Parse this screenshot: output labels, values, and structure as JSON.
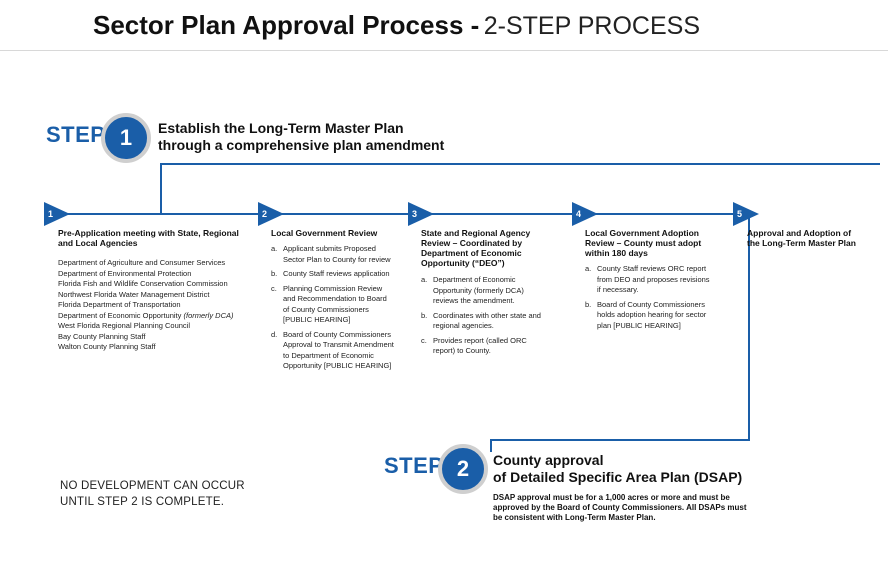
{
  "title": {
    "bold": "Sector Plan Approval Process -",
    "light": "2-STEP PROCESS"
  },
  "step1": {
    "word": "STEP",
    "number": "1",
    "heading_line1": "Establish the Long-Term Master Plan",
    "heading_line2": "through a comprehensive plan amendment"
  },
  "stages": [
    {
      "number": "1",
      "heading": "Pre-Application meeting with State, Regional and Local Agencies",
      "agencies": [
        "Department of Agriculture and Consumer Services",
        "Department of Environmental Protection",
        "Florida Fish and Wildlife Conservation Commission",
        "Northwest Florida Water Management District",
        "Florida Department of Transportation",
        "Department of Economic Opportunity",
        "West Florida Regional Planning Council",
        "Bay County Planning Staff",
        "Walton County Planning Staff"
      ],
      "agency_note": "(formerly DCA)"
    },
    {
      "number": "2",
      "heading": "Local Government Review",
      "items": [
        {
          "letter": "a.",
          "text": "Applicant submits Proposed Sector Plan to County for review"
        },
        {
          "letter": "b.",
          "text": "County Staff reviews application"
        },
        {
          "letter": "c.",
          "text": "Planning Commission Review and Recommendation to Board of County Commissioners [PUBLIC HEARING]"
        },
        {
          "letter": "d.",
          "text": "Board of County Commissioners Approval to Transmit Amendment to Department of Economic Opportunity [PUBLIC HEARING]"
        }
      ]
    },
    {
      "number": "3",
      "heading": "State and Regional Agency Review – Coordinated by Department of Economic Opportunity (“DEO”)",
      "items": [
        {
          "letter": "a.",
          "text": "Department of Economic Opportunity (formerly DCA) reviews the amendment."
        },
        {
          "letter": "b.",
          "text": "Coordinates with other state and regional agencies."
        },
        {
          "letter": "c.",
          "text": "Provides report (called ORC report) to County."
        }
      ]
    },
    {
      "number": "4",
      "heading": "Local Government Adoption Review – County must adopt within 180 days",
      "items": [
        {
          "letter": "a.",
          "text": "County Staff reviews ORC report from DEO and proposes revisions if necessary."
        },
        {
          "letter": "b.",
          "text": "Board of County Commissioners holds adoption hearing for sector plan [PUBLIC HEARING]"
        }
      ]
    },
    {
      "number": "5",
      "heading": "Approval and Adoption of the Long-Term Master Plan"
    }
  ],
  "step2": {
    "word": "STEP",
    "number": "2",
    "heading_line1": "County approval",
    "heading_line2": "of Detailed Specific Area Plan (DSAP)",
    "note": "DSAP approval must be for a 1,000 acres or more and must be approved by the Board of County Commissioners. All DSAPs must be consistent with Long-Term Master Plan."
  },
  "warning": {
    "line1": "NO DEVELOPMENT CAN OCCUR",
    "line2": "UNTIL STEP 2 IS COMPLETE."
  },
  "colors": {
    "accent": "#1a5ea8",
    "badge_ring": "#cfcfcf"
  }
}
